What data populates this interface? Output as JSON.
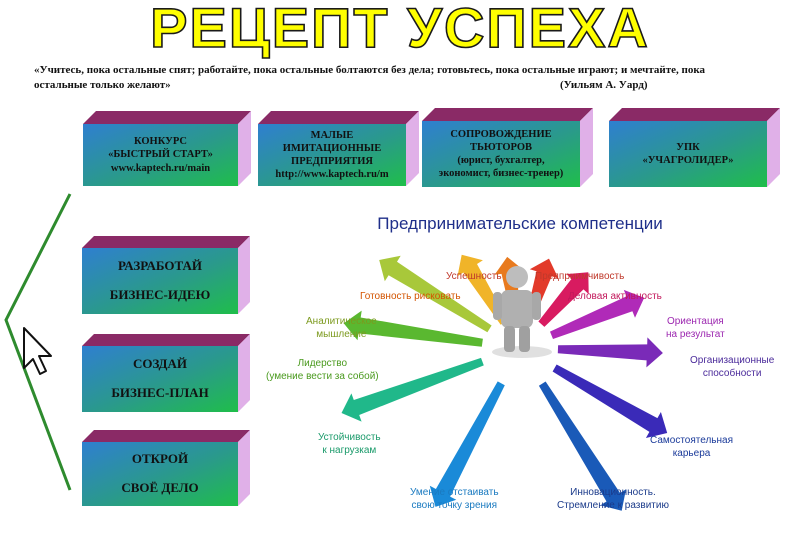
{
  "title": "РЕЦЕПТ УСПЕХА",
  "quote": {
    "line1": "«Учитесь, пока остальные спят; работайте, пока остальные  болтаются без дела; готовьтесь, пока остальные играют; и мечтайте, пока",
    "line2": "остальные только желают»",
    "author": "(Уильям А. Уард)"
  },
  "top_boxes": [
    {
      "lines": [
        "КОНКУРС",
        "«БЫСТРЫЙ СТАРТ»",
        "www.kaptech.ru/main"
      ]
    },
    {
      "lines": [
        "МАЛЫЕ",
        "ИМИТАЦИОННЫЕ",
        "ПРЕДПРИЯТИЯ",
        "http://www.kaptech.ru/m"
      ]
    },
    {
      "lines": [
        "СОПРОВОЖДЕНИЕ",
        "ТЬЮТОРОВ",
        "(юрист, бухгалтер,",
        "экономист, бизнес-тренер)"
      ]
    },
    {
      "lines": [
        "УПК",
        "«УЧАГРОЛИДЕР»"
      ]
    }
  ],
  "steps": [
    {
      "lines": [
        "РАЗРАБОТАЙ",
        "БИЗНЕС-ИДЕЮ"
      ]
    },
    {
      "lines": [
        "СОЗДАЙ",
        "БИЗНЕС-ПЛАН"
      ]
    },
    {
      "lines": [
        "ОТКРОЙ",
        "СВОЁ ДЕЛО"
      ]
    }
  ],
  "diagram": {
    "title": "Предпринимательские компетенции",
    "labels": [
      {
        "lines": [
          "Успешность"
        ],
        "color": "#c0392b"
      },
      {
        "lines": [
          "Предприимчивость"
        ],
        "color": "#c0392b"
      },
      {
        "lines": [
          "Готовность рисковать"
        ],
        "color": "#d35400"
      },
      {
        "lines": [
          "Деловая активность"
        ],
        "color": "#c2185b"
      },
      {
        "lines": [
          "Аналитическое",
          "мышление"
        ],
        "color": "#7c9a1e"
      },
      {
        "lines": [
          "Ориентация",
          "на результат"
        ],
        "color": "#9c27b0"
      },
      {
        "lines": [
          "Лидерство",
          "(умение вести за собой)"
        ],
        "color": "#4a9a1e"
      },
      {
        "lines": [
          "Организационные",
          "способности"
        ],
        "color": "#4a2a9a"
      },
      {
        "lines": [
          "Устойчивость",
          "к нагрузкам"
        ],
        "color": "#1a9a6a"
      },
      {
        "lines": [
          "Самостоятельная",
          "карьера"
        ],
        "color": "#1a3a9a"
      },
      {
        "lines": [
          "Умение отстаивать",
          "свою точку зрения"
        ],
        "color": "#1a7ac0"
      },
      {
        "lines": [
          "Инновационность.",
          "Стремление к развитию"
        ],
        "color": "#1a3a8a"
      }
    ],
    "arrow_colors": [
      "#e87a1e",
      "#e23a2a",
      "#d81b60",
      "#f0b429",
      "#b02ab8",
      "#a8c83a",
      "#7a2ab8",
      "#5ab830",
      "#3a2ab8",
      "#20b88a",
      "#1a5ab8",
      "#1a8ad8"
    ]
  }
}
